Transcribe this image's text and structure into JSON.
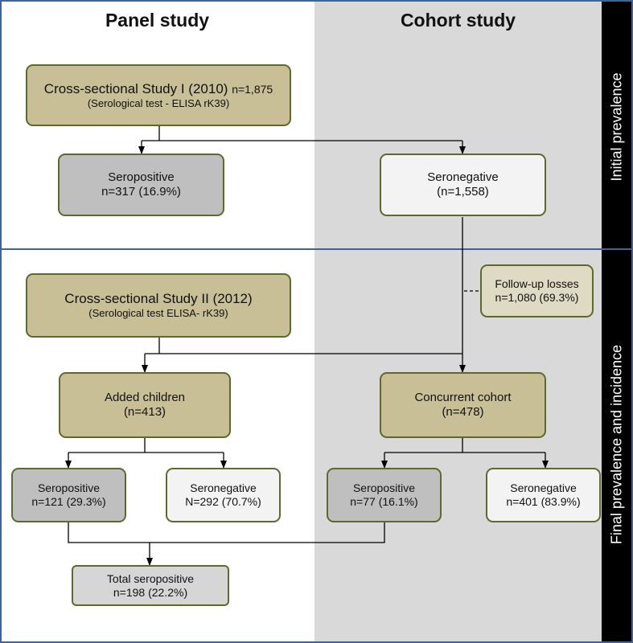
{
  "headers": {
    "panel": "Panel study",
    "cohort": "Cohort study"
  },
  "side_labels": {
    "initial": "Initial prevalence",
    "final": "Final prevalence and incidence"
  },
  "nodes": {
    "study1": {
      "title": "Cross-sectional Study I (2010)",
      "n": "n=1,875",
      "subtitle": "(Serological test - ELISA rK39)"
    },
    "seropos1": {
      "line1": "Seropositive",
      "line2": "n=317 (16.9%)"
    },
    "seroneg1": {
      "line1": "Seronegative",
      "line2": "(n=1,558)"
    },
    "followup": {
      "line1": "Follow-up losses",
      "line2": "n=1,080 (69.3%)"
    },
    "study2": {
      "title": "Cross-sectional Study II (2012)",
      "subtitle": "(Serological test ELISA- rK39)"
    },
    "added": {
      "line1": "Added children",
      "line2": "(n=413)"
    },
    "concurrent": {
      "line1": "Concurrent cohort",
      "line2": "(n=478)"
    },
    "pos_added": {
      "line1": "Seropositive",
      "line2": "n=121 (29.3%)"
    },
    "neg_added": {
      "line1": "Seronegative",
      "line2": "N=292 (70.7%)"
    },
    "pos_conc": {
      "line1": "Seropositive",
      "line2": "n=77 (16.1%)"
    },
    "neg_conc": {
      "line1": "Seronegative",
      "line2": "n=401 (83.9%)"
    },
    "total": {
      "line1": "Total seropositive",
      "line2": "n=198 (22.2%)"
    }
  },
  "colors": {
    "border_blue": "#3f6496",
    "box_border": "#5c6b2d",
    "olive_fill": "#c8bf97",
    "gray_fill": "#bfbfbf",
    "light_fill": "#f3f3f3",
    "cohort_background": "#d9d9d9"
  }
}
